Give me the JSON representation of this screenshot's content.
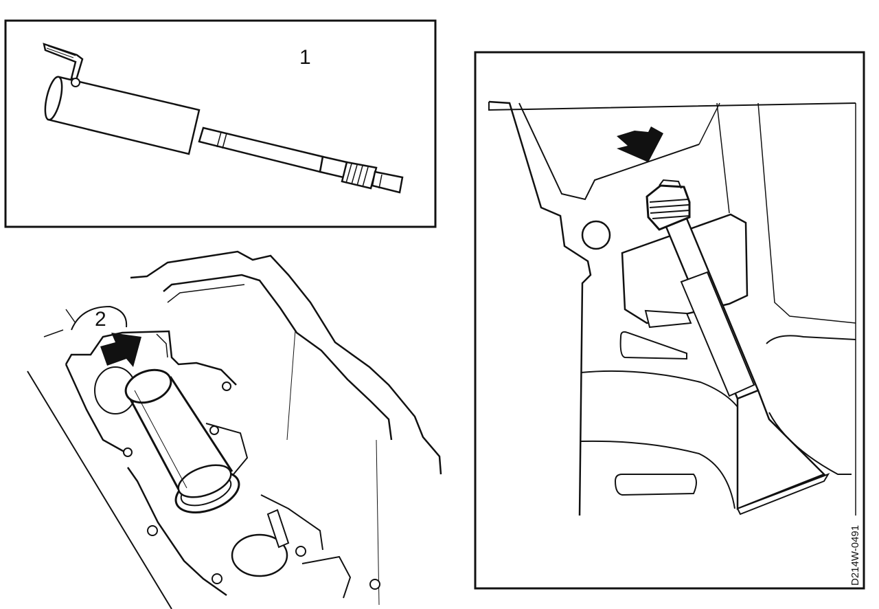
{
  "labels": {
    "callout_1": "1",
    "callout_2": "2",
    "doc_code": "D214W-0491"
  }
}
